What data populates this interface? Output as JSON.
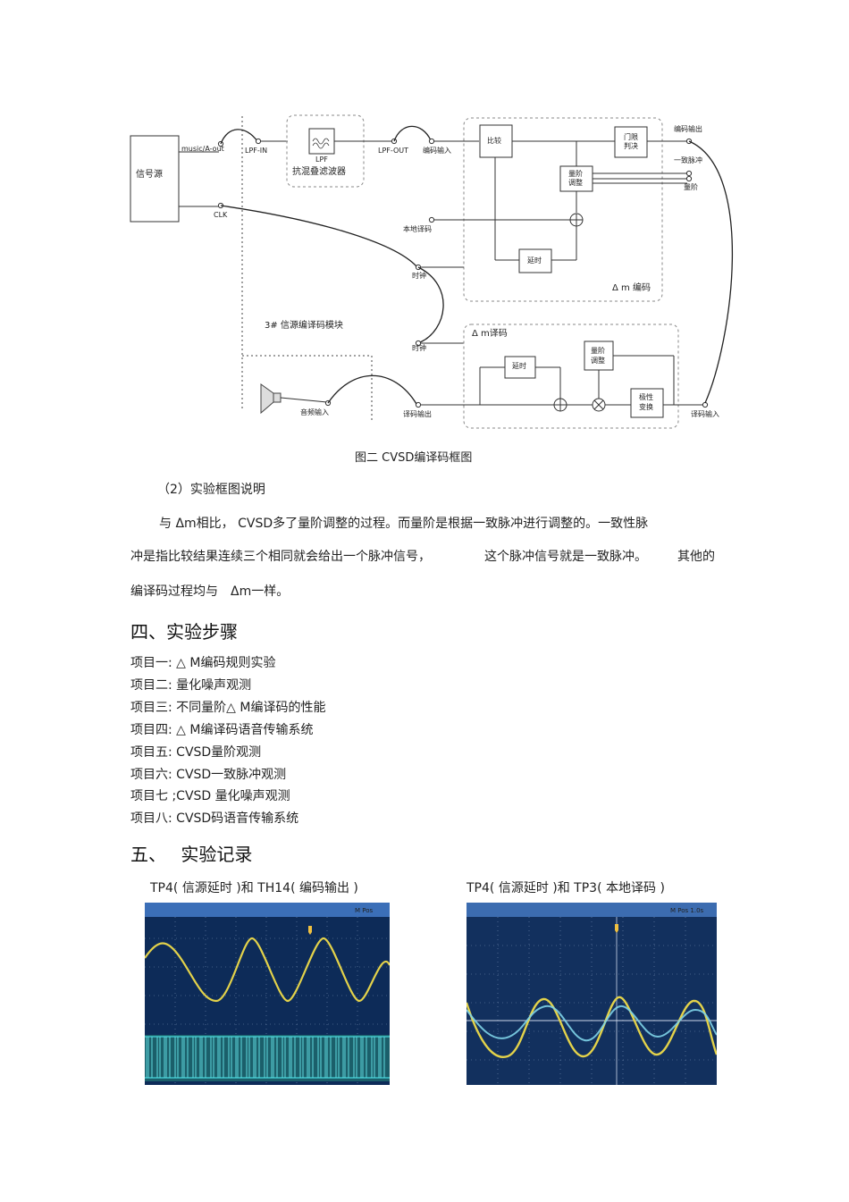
{
  "diagram": {
    "signal_source": "信号源",
    "music_out": "music/A-out",
    "clk": "CLK",
    "lpf_in": "LPF-IN",
    "lpf": "LPF",
    "anti_alias_filter": "抗混叠滤波器",
    "lpf_out": "LPF-OUT",
    "encode_input": "编码输入",
    "compare": "比较",
    "threshold_1": "门限",
    "threshold_2": "判决",
    "encode_output": "编码输出",
    "consistent_pulse": "一致脉冲",
    "step_label": "量阶",
    "step_adjust_1": "量阶",
    "step_adjust_2": "调整",
    "local_decode": "本地译码",
    "delay": "延时",
    "clock_1": "时钟",
    "clock_2": "时钟",
    "dm_encode": "Δ m 编码",
    "module_3": "3# 信源编译码模块",
    "dm_decode": "Δ m译码",
    "dec_delay": "延时",
    "dec_step_1": "量阶",
    "dec_step_2": "调整",
    "polarity_1": "极性",
    "polarity_2": "变换",
    "audio_input": "音频输入",
    "decode_output": "译码输出",
    "decode_input": "译码输入"
  },
  "figure_caption": "图二 CVSD编译码框图",
  "section_note": "（2）实验框图说明",
  "paragraph": {
    "line1": "与 Δm相比， CVSD多了量阶调整的过程。而量阶是根据一致脉冲进行调整的。一致性脉",
    "line2a": "冲是指比较结果连续三个相同就会给出一个脉冲信号，",
    "line2b": "这个脉冲信号就是一致脉冲。",
    "line2c": "其他的",
    "line3": "编译码过程均与　Δm一样。"
  },
  "section4_title": "四、实验步骤",
  "items": [
    "项目一:  △  M编码规则实验",
    "项目二:  量化噪声观测",
    "项目三:  不同量阶△    M编译码的性能",
    "项目四:  △  M编译码语音传输系统",
    "项目五:    CVSD量阶观测",
    "项目六:    CVSD一致脉冲观测",
    "项目七  ;CVSD 量化噪声观测",
    "项目八:    CVSD码语音传输系统"
  ],
  "section5_title": "五、　 实验记录",
  "photo1_caption": "TP4( 信源延时 )和  TH14( 编码输出 )",
  "photo2_caption": "TP4( 信源延时 )和  TP3( 本地译码 )",
  "scope1": {
    "status_right": "M Pos",
    "trace_colors": [
      "#e3d24a",
      "#3fc3c9"
    ]
  },
  "scope2": {
    "status_right": "M Pos 1.0s",
    "trace_colors": [
      "#e3d24a",
      "#7fd4e8"
    ]
  }
}
